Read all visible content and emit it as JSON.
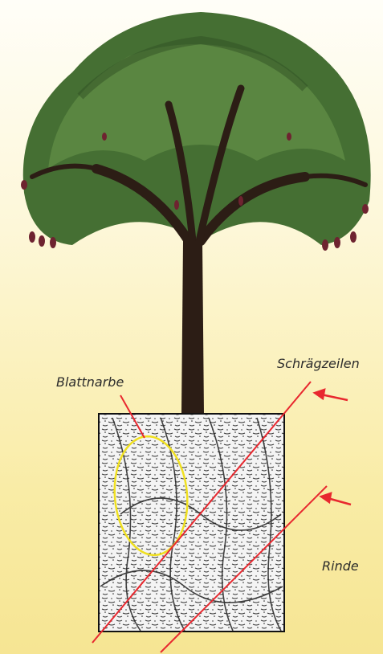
{
  "labels": {
    "leaf_scar": "Blattnarbe",
    "oblique_rows": "Schrägzeilen",
    "bark": "Rinde"
  },
  "colors": {
    "annotation_line": "#e8282f",
    "highlight_ellipse": "#f0e020",
    "foliage": "#3e6b2e",
    "trunk": "#2c1d15",
    "fruit": "#6e2330"
  },
  "icons": [
    "arrow-left-icon",
    "arrow-left-icon"
  ]
}
